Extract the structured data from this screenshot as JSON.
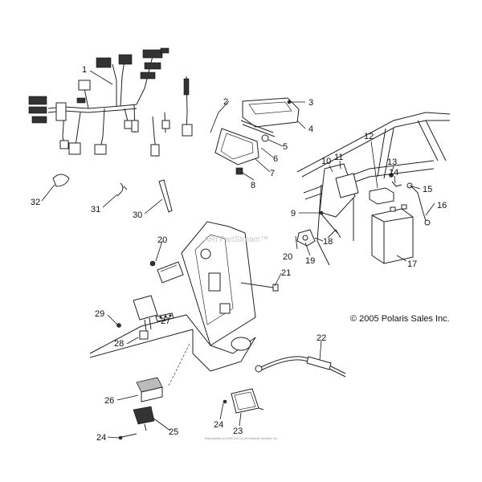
{
  "copyright": "© 2005 Polaris Sales Inc.",
  "watermark": "ARI PartStream™",
  "reproduction_note": "Reproduction (c) 2004-2017 by ARI Network Services, Inc.",
  "callouts": [
    "1",
    "2",
    "3",
    "4",
    "5",
    "6",
    "7",
    "8",
    "9",
    "10",
    "11",
    "12",
    "13",
    "14",
    "15",
    "16",
    "17",
    "18",
    "19",
    "20",
    "20",
    "21",
    "22",
    "23",
    "24",
    "24",
    "25",
    "26",
    "27",
    "28",
    "29",
    "30",
    "31",
    "32"
  ]
}
